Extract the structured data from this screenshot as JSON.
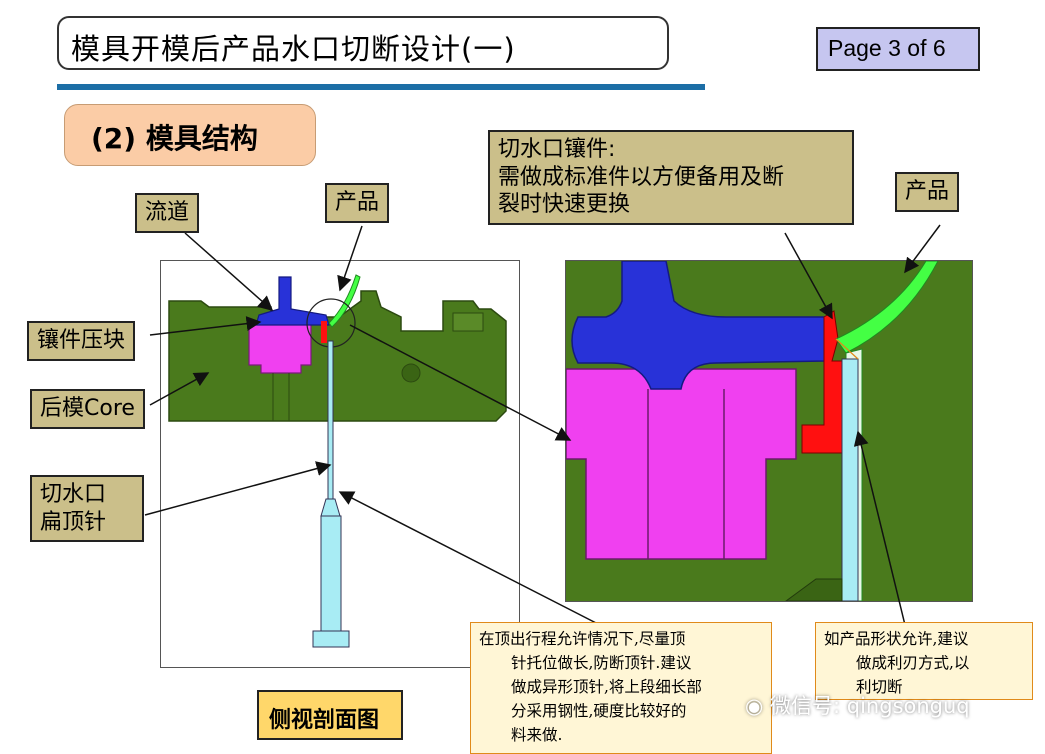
{
  "header": {
    "title": "模具开模后产品水口切断设计(一)",
    "page_indicator": "Page 3 of  6"
  },
  "section": {
    "title": "(2) 模具结构"
  },
  "labels": {
    "runner": "流道",
    "product_left": "产品",
    "insert_block": "镶件压块",
    "core": "后模Core",
    "ejector_line1": "切水口",
    "ejector_line2": "扁顶针",
    "insert_title": "切水口镶件:",
    "insert_line1": "需做成标准件以方便备用及断",
    "insert_line2": "裂时快速更换",
    "product_right": "产品"
  },
  "notes": {
    "left_lines": [
      "在顶出行程允许情况下,尽量顶",
      "针托位做长,防断顶针.建议",
      "做成异形顶针,将上段细长部",
      "分采用钢性,硬度比较好的",
      "料来做."
    ],
    "right_lines": [
      "如产品形状允许,建议",
      "做成利刃方式,以",
      "利切断"
    ]
  },
  "caption": "侧视剖面图",
  "watermark": "微信号: qingsonguq",
  "colors": {
    "title_rule": "#1c6ea6",
    "label_bg": "#cbbf8a",
    "page_box_bg": "#c6c6f0",
    "section_bg": "#fbcca6",
    "mold_green": "#4a7a1c",
    "runner_blue": "#2832d8",
    "insert_magenta": "#f040f0",
    "cut_insert_red": "#ff1010",
    "product_green": "#44ff44",
    "ejector_cyan": "#a8ecf4"
  }
}
